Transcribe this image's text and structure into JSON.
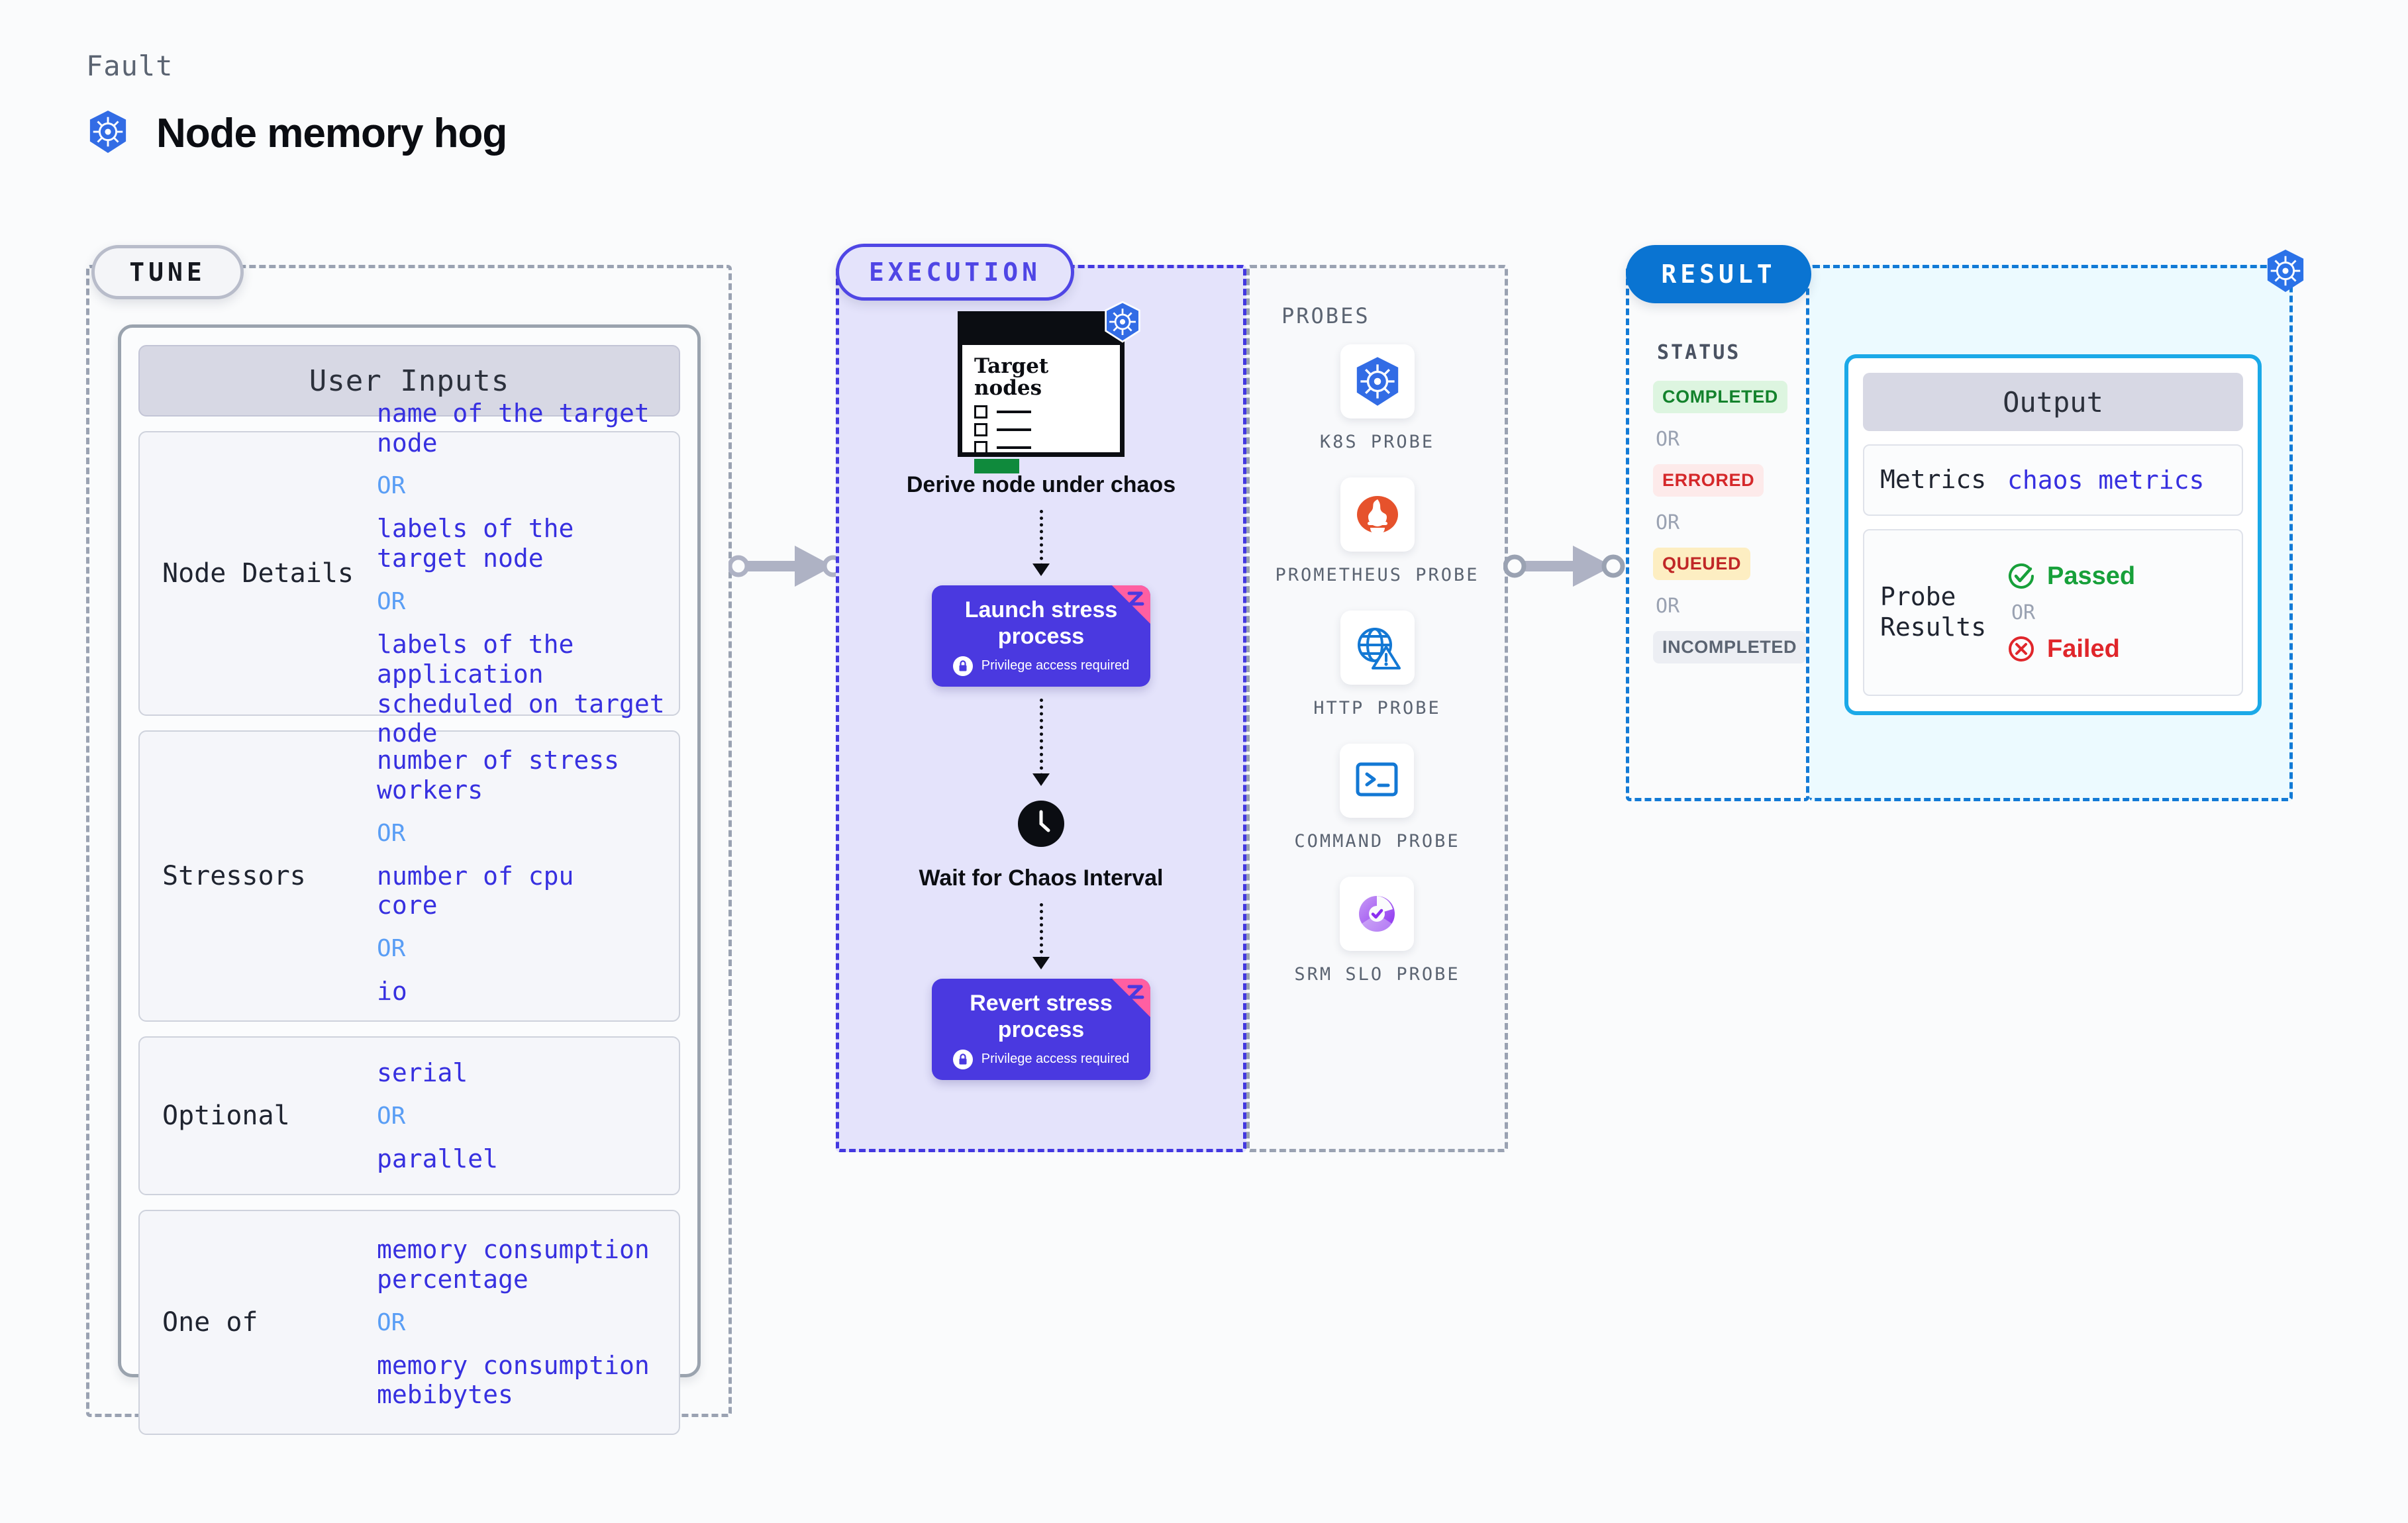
{
  "header": {
    "eyebrow": "Fault",
    "title": "Node memory hog",
    "icon": "kubernetes-icon"
  },
  "tune": {
    "chip": "TUNE",
    "card_title": "User Inputs",
    "rows": [
      {
        "label": "Node Details",
        "values": [
          "name of the target\nnode",
          "labels of the\ntarget node",
          "labels of the application\n scheduled on target node"
        ],
        "separator": "OR"
      },
      {
        "label": "Stressors",
        "values": [
          "number of stress\nworkers",
          "number of cpu\ncore",
          "io"
        ],
        "separator": "OR"
      },
      {
        "label": "Optional",
        "values": [
          "serial",
          "parallel"
        ],
        "separator": "OR"
      },
      {
        "label": "One of",
        "values": [
          "memory consumption\npercentage",
          "memory consumption\nmebibytes"
        ],
        "separator": "OR"
      }
    ]
  },
  "execution": {
    "chip": "EXECUTION",
    "node_card": {
      "title": "Target\nnodes",
      "icon": "kubernetes-icon"
    },
    "steps": [
      {
        "caption": "Derive node under\nchaos",
        "type": "card"
      },
      {
        "title": "Launch stress\nprocess",
        "sub": "Privilege access required",
        "type": "process",
        "icon": "lock-icon",
        "ribbon": true
      },
      {
        "caption": "Wait for Chaos\nInterval",
        "type": "clock",
        "icon": "clock-icon"
      },
      {
        "title": "Revert stress\nprocess",
        "sub": "Privilege access required",
        "type": "process",
        "icon": "lock-icon",
        "ribbon": true
      }
    ]
  },
  "probes": {
    "title": "PROBES",
    "items": [
      {
        "label": "K8S PROBE",
        "icon": "kubernetes-icon"
      },
      {
        "label": "PROMETHEUS\nPROBE",
        "icon": "prometheus-icon"
      },
      {
        "label": "HTTP PROBE",
        "icon": "globe-warning-icon"
      },
      {
        "label": "COMMAND\nPROBE",
        "icon": "terminal-icon"
      },
      {
        "label": "SRM SLO\nPROBE",
        "icon": "slo-gauge-icon"
      }
    ]
  },
  "result": {
    "chip": "RESULT",
    "status_title": "STATUS",
    "statuses": [
      "COMPLETED",
      "ERRORED",
      "QUEUED",
      "INCOMPLETED"
    ],
    "separator": "OR",
    "corner_icon": "kubernetes-icon",
    "output": {
      "title": "Output",
      "metrics_label": "Metrics",
      "metrics_value": "chaos metrics",
      "probe_label": "Probe\nResults",
      "passed": "Passed",
      "failed": "Failed",
      "separator": "OR"
    }
  },
  "colors": {
    "accent_purple": "#4a39e0",
    "accent_blue": "#0a74d2",
    "k8s_blue": "#326ce5",
    "pass_green": "#17a03a",
    "fail_red": "#e0262b",
    "queued_amber": "#c02727",
    "ribbon_pink": "#ff5fa2"
  }
}
